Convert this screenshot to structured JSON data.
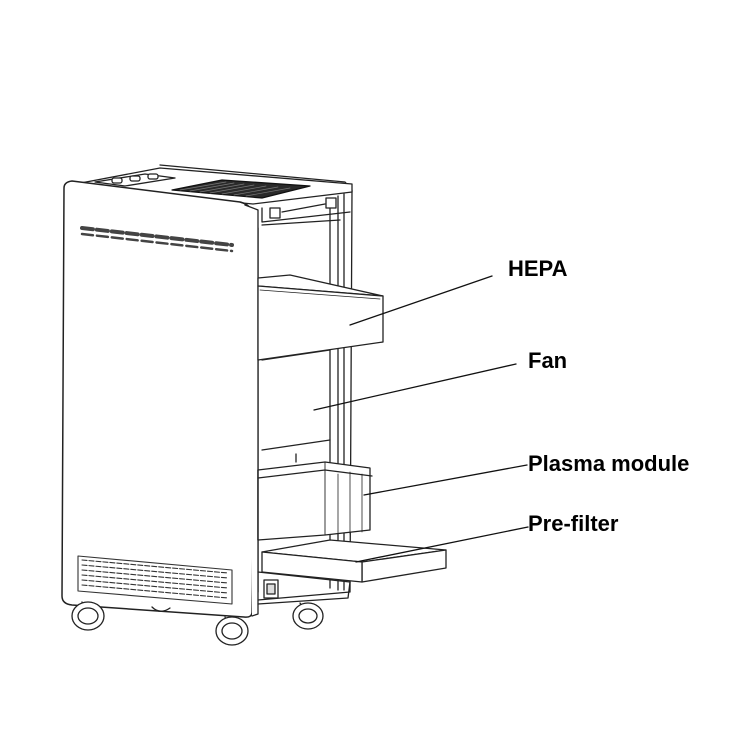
{
  "labels": {
    "hepa": "HEPA",
    "fan": "Fan",
    "plasma": "Plasma module",
    "prefilter": "Pre-filter"
  },
  "colors": {
    "line": "#222222",
    "fill": "#ffffff",
    "panel_shade": "#f4f4f4",
    "grille": "#1a1a1a"
  }
}
